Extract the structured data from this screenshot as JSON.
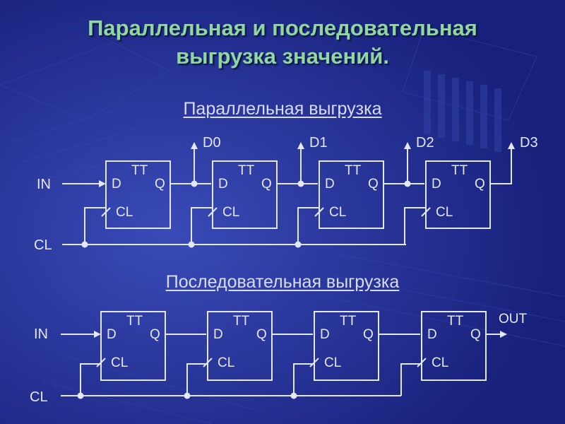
{
  "title_line1": "Параллельная и последовательная",
  "title_line2": "выгрузка значений.",
  "parallel": {
    "heading": "Параллельная выгрузка",
    "input_label": "IN",
    "clock_label": "CL",
    "outputs": [
      "D0",
      "D1",
      "D2",
      "D3"
    ],
    "flipflop": {
      "type_label": "TT",
      "d_label": "D",
      "q_label": "Q",
      "cl_label": "CL"
    }
  },
  "serial": {
    "heading": "Последовательная выгрузка",
    "input_label": "IN",
    "clock_label": "CL",
    "output_label": "OUT",
    "flipflop": {
      "type_label": "TT",
      "d_label": "D",
      "q_label": "Q",
      "cl_label": "CL"
    }
  },
  "colors": {
    "background": "#1e2a8c",
    "title": "#8fd6a0",
    "wire": "#e4e8ff"
  }
}
